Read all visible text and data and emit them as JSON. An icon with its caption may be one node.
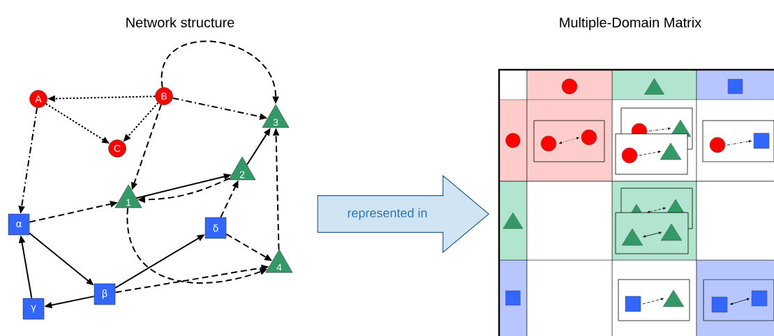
{
  "diagram": {
    "nodes": [
      {
        "text": [
          "A"
        ]
      },
      {
        "text": [
          "B"
        ]
      },
      {
        "text": [
          "C"
        ]
      },
      {
        "text": [
          "3"
        ]
      },
      {
        "text": [
          "2"
        ]
      },
      {
        "text": [
          "1"
        ]
      },
      {
        "text": [
          "α"
        ]
      },
      {
        "text": [
          "δ"
        ]
      },
      {
        "text": [
          "β"
        ]
      },
      {
        "text": [
          "γ"
        ]
      },
      {
        "text": [
          "4"
        ]
      },
      {
        "text": [
          "represented in"
        ]
      }
    ],
    "edges": [
      {
        "from": 1,
        "to": 0,
        "arrow": "to",
        "style": "dashed"
      },
      {
        "from": 0,
        "to": 2,
        "arrow": "to",
        "style": "dashed"
      },
      {
        "from": 1,
        "to": 2,
        "arrow": "to",
        "style": "dashed"
      },
      {
        "from": 0,
        "to": 6,
        "arrow": "to",
        "style": "dashed"
      },
      {
        "from": 1,
        "to": 3,
        "arrow": "to",
        "style": "dashed"
      },
      {
        "from": 1,
        "to": 3,
        "arrow": "to",
        "style": "dashed"
      },
      {
        "from": 1,
        "to": 5,
        "arrow": "to",
        "style": "dashed"
      },
      {
        "from": 4,
        "to": 5,
        "arrow": "to",
        "style": "dashed"
      },
      {
        "from": 5,
        "to": 4,
        "arrow": "to"
      },
      {
        "from": 4,
        "to": 3,
        "arrow": "to"
      },
      {
        "from": 10,
        "to": 3,
        "arrow": "to",
        "style": "dashed"
      },
      {
        "from": 6,
        "to": 5,
        "arrow": "to",
        "style": "dashed"
      },
      {
        "from": 6,
        "to": 8,
        "arrow": "to"
      },
      {
        "from": 9,
        "to": 6,
        "arrow": "to"
      },
      {
        "from": 8,
        "to": 9,
        "arrow": "to"
      },
      {
        "from": 8,
        "to": 7,
        "arrow": "to"
      },
      {
        "from": 7,
        "to": 4,
        "arrow": "to",
        "style": "dashed"
      },
      {
        "from": 7,
        "to": 10,
        "arrow": "to",
        "style": "dashed"
      },
      {
        "from": 8,
        "to": 10,
        "arrow": "to",
        "style": "dashed"
      },
      {
        "from": 5,
        "to": 10,
        "arrow": "to",
        "style": "dashed"
      }
    ],
    "labels": [
      "Network structure",
      "Multiple-Domain Matrix"
    ]
  }
}
